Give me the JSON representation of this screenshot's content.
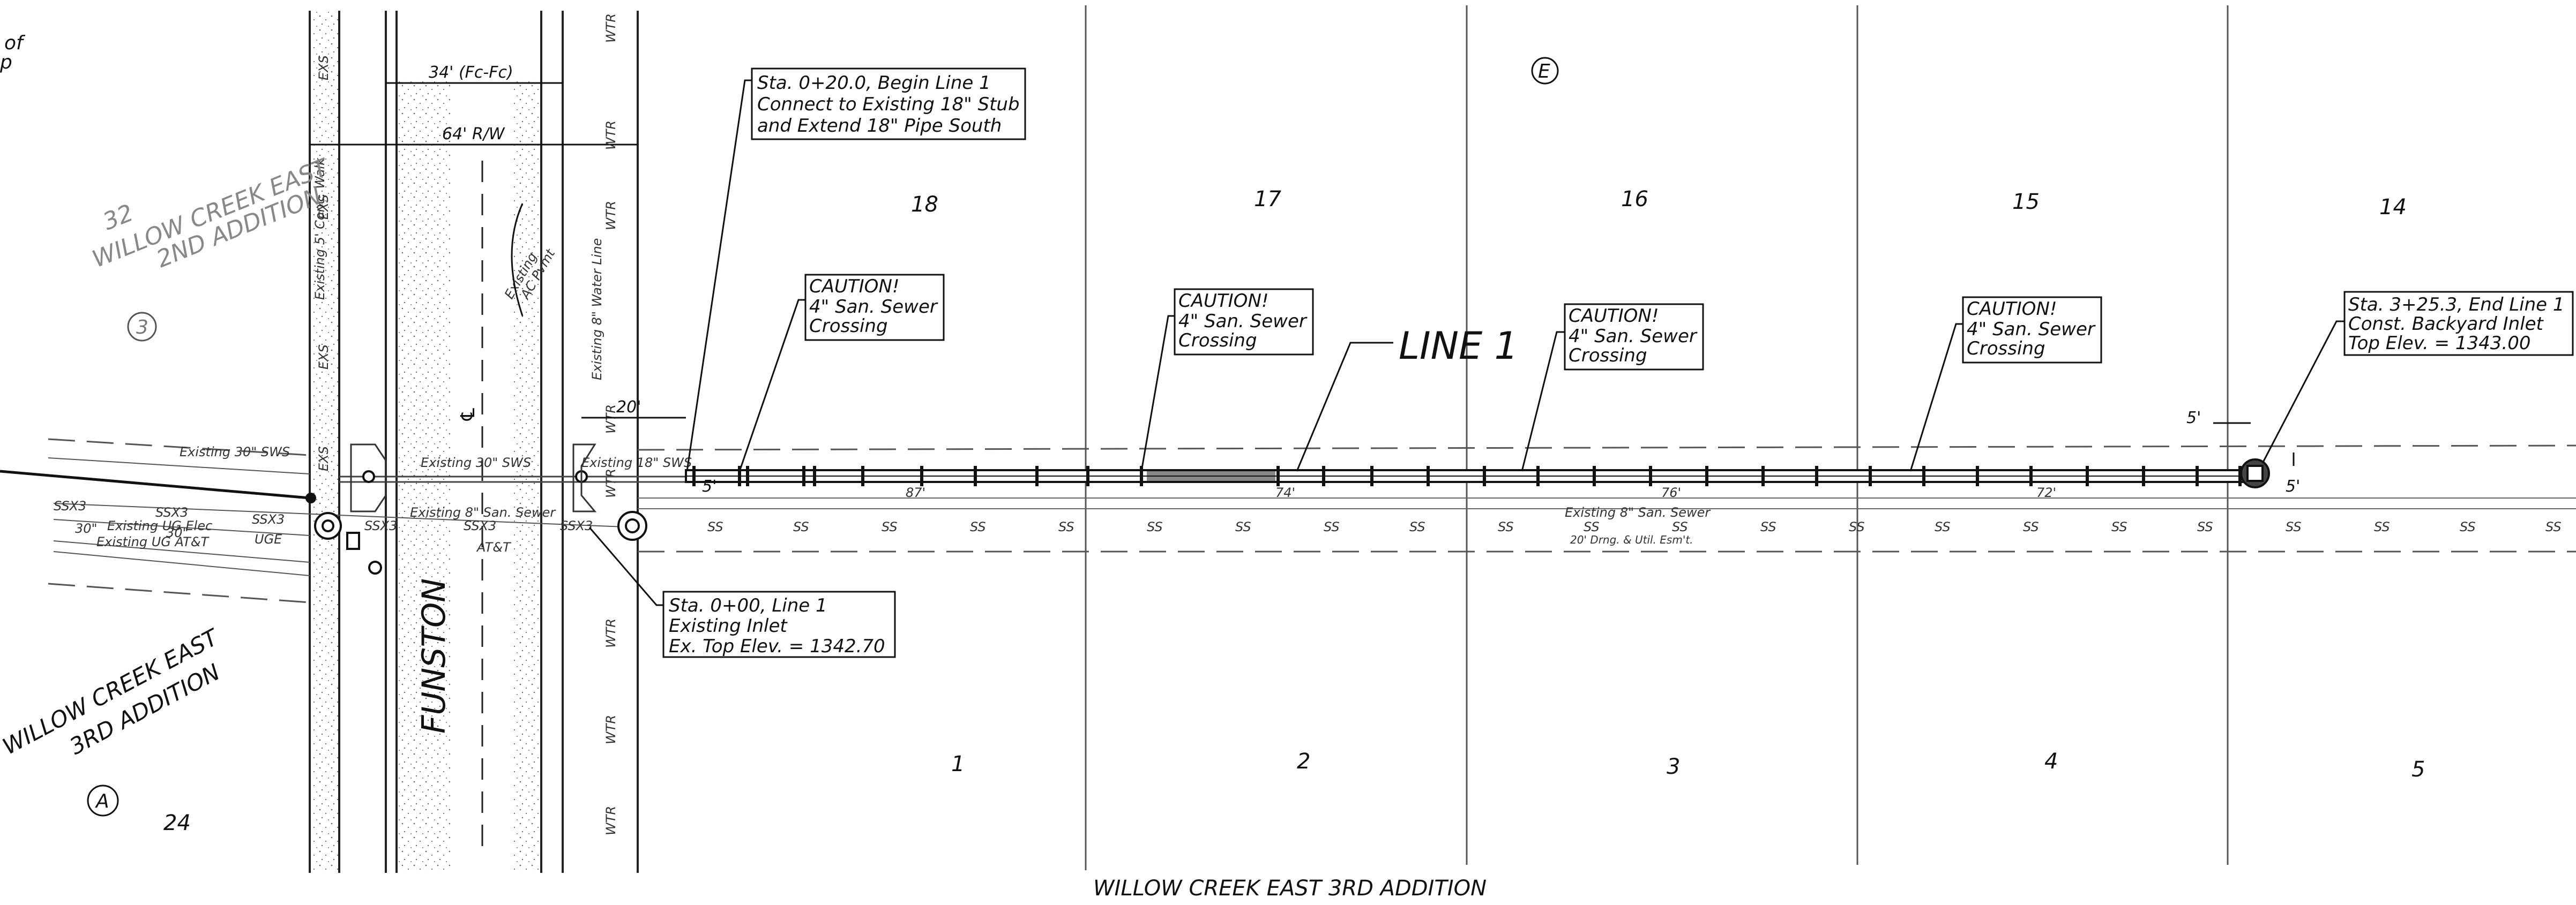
{
  "sheet": {
    "corner_text": [
      "of",
      "p"
    ],
    "subdivisions": {
      "upper_left": [
        "WILLOW CREEK EAST",
        "2ND ADDITION"
      ],
      "upper_left_lot": "32",
      "lower_left": [
        "WILLOW CREEK EAST",
        "3RD ADDITION"
      ],
      "bottom_center": "WILLOW CREEK EAST 3RD ADDITION"
    },
    "blocks": {
      "upper_left": "3",
      "lower_left": "A",
      "top": "E"
    },
    "lots_north": [
      "18",
      "17",
      "16",
      "15",
      "14"
    ],
    "lots_south": [
      "1",
      "2",
      "3",
      "4",
      "5"
    ],
    "lot_24": "24",
    "street": "FUNSTON",
    "dimensions": {
      "street_width": "34' (Fc-Fc)",
      "row_width": "64' R/W",
      "offset_20": "20'",
      "offset_5_left": "5'",
      "offset_5_top": "5'",
      "offset_5_right": "5'",
      "segments": [
        "87'",
        "74'",
        "76'",
        "72'"
      ]
    },
    "line_label": "LINE 1",
    "utilities": {
      "wtr": "WTR",
      "ss": "SS",
      "ssx3": "SSX3",
      "exs": "EXS",
      "walk": "Existing 5' Conc. Walk",
      "water_line": "Existing 8\" Water Line",
      "ac_pvmt": [
        "Existing",
        "AC Pvmt"
      ],
      "sws_30": "Existing 30\" SWS",
      "sws_18": "Existing 18\" SWS",
      "san_sewer": "Existing 8\" San. Sewer",
      "ug_elec": "Existing UG Elec",
      "ug_att": "Existing UG AT&T",
      "att": "AT&T",
      "uge": "UGE",
      "size_30": "30\"",
      "easement": "20' Drng. & Util. Esm't."
    },
    "callouts": {
      "begin": [
        "Sta. 0+20.0, Begin Line 1",
        "Connect to Existing 18\" Stub",
        "and Extend 18\" Pipe South"
      ],
      "existing_inlet": [
        "Sta. 0+00, Line 1",
        "Existing Inlet",
        "Ex. Top Elev. = 1342.70"
      ],
      "end": [
        "Sta. 3+25.3, End Line 1",
        "Const. Backyard Inlet",
        "Top Elev. = 1343.00"
      ],
      "caution": [
        "CAUTION!",
        "4\" San. Sewer",
        "Crossing"
      ]
    }
  }
}
